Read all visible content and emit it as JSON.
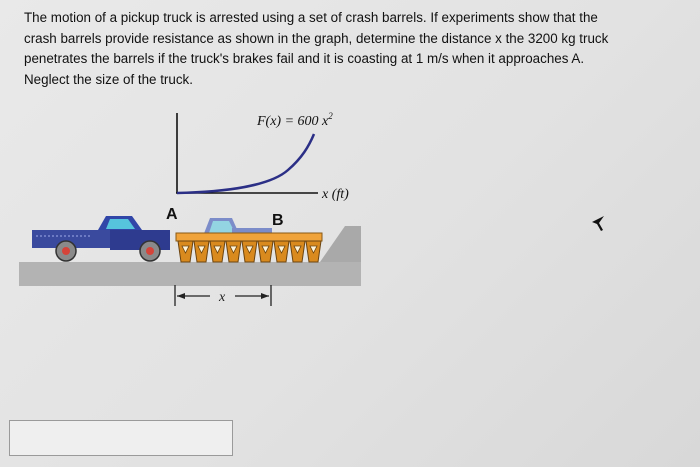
{
  "problem": {
    "lines": [
      "The motion of a pickup truck is arrested using a set of crash barrels. If experiments show that the",
      "crash barrels provide resistance as shown in the graph, determine the distance x the 3200 kg truck",
      "penetrates the barrels if the truck's brakes fail and it is coasting at 1 m/s when it approaches A.",
      "Neglect the size of the truck."
    ]
  },
  "figure": {
    "graph": {
      "equation_prefix": "F(x) = 600 x",
      "equation_exponent": "2",
      "x_axis_label": "x (ft)"
    },
    "label_a": "A",
    "label_b": "B",
    "dimension_label": "x",
    "curve_color": "#2b2f86",
    "truck_color": "#2e3b8f",
    "barrel_color": "#d98a1e",
    "ground_color": "#b3b3b3"
  },
  "answer": {
    "value": ""
  },
  "icons": {
    "cursor": "pointer-arrow-icon"
  }
}
